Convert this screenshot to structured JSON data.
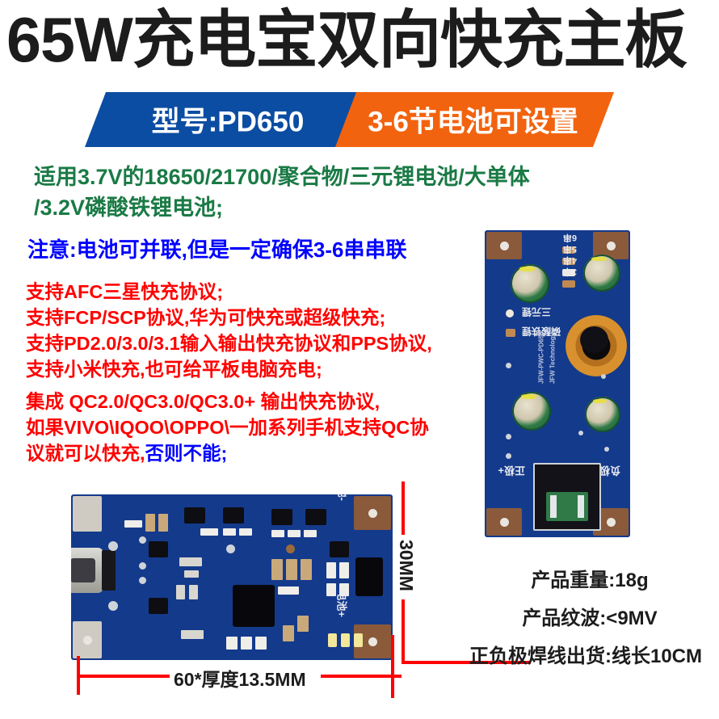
{
  "title": "65W充电宝双向快充主板",
  "banner": {
    "model_label": "型号:PD650",
    "cells_label": "3-6节电池可设置",
    "blue": "#0b4da2",
    "orange": "#f2630f"
  },
  "green_spec": {
    "line1": "适用3.7V的18650/21700/聚合物/三元锂电池/大单体",
    "line2": "/3.2V磷酸铁锂电池;",
    "color": "#1a7a45"
  },
  "note": {
    "text": "注意:电池可并联,但是一定确保3-6串串联",
    "color": "#0000ff"
  },
  "protocols": {
    "color": "#ff0000",
    "lines": [
      "支持AFC三星快充协议;",
      "支持FCP/SCP协议,华为可快充或超级快充;",
      "支持PD2.0/3.0/3.1输入输出快充协议和PPS协议,",
      "支持小米快充,也可给平板电脑充电;"
    ],
    "qc_lines": [
      "集成  QC2.0/QC3.0/QC3.0+  输出快充协议,",
      "如果VIVO\\IQOO\\OPPO\\一加系列手机支持QC协"
    ],
    "last_line_red": "议就可以快充,",
    "last_line_blue": "否则不能;"
  },
  "specs": {
    "weight": "产品重量:18g",
    "ripple": "产品纹波:<9MV",
    "wire": "正负极焊线出货:线长10CM"
  },
  "dimensions": {
    "height_label": "30MM",
    "width_label": "60*厚度13.5MM",
    "line_color": "#ff0000"
  },
  "board_back": {
    "silk_cells": [
      "6串",
      "5串",
      "4串",
      "3串"
    ],
    "silk_mode_1": "三元锂",
    "silk_mode_2": "磷酸铁锂",
    "silk_brand": "JFW-PWC-PD650",
    "silk_tech": "JFW Technology",
    "pad_positive": "正极+",
    "pad_negative": "负极-"
  },
  "board_front": {
    "pad_battery_negative": "电池-",
    "pad_battery_positive": "电池+"
  }
}
